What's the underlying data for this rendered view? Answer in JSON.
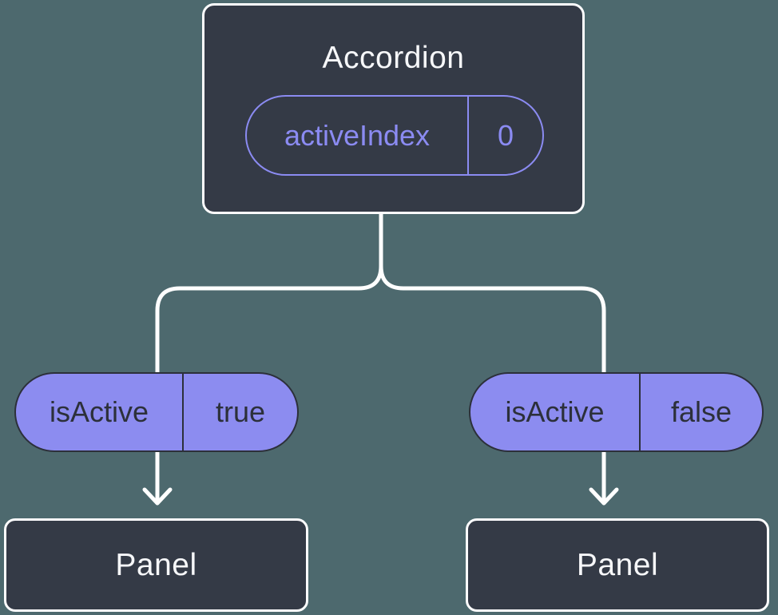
{
  "diagram": {
    "root": {
      "title": "Accordion",
      "prop": {
        "name": "activeIndex",
        "value": "0"
      }
    },
    "children": [
      {
        "state": {
          "name": "isActive",
          "value": "true"
        },
        "child": {
          "title": "Panel"
        }
      },
      {
        "state": {
          "name": "isActive",
          "value": "false"
        },
        "child": {
          "title": "Panel"
        }
      }
    ],
    "colors": {
      "background": "#4d696e",
      "node_fill": "#343a46",
      "node_border": "#fdfdfe",
      "connector": "#ffffff",
      "accent_purple": "#8b8bf2",
      "pill_fill": "#8c8cf0",
      "pill_text_dark": "#2c303a"
    }
  }
}
